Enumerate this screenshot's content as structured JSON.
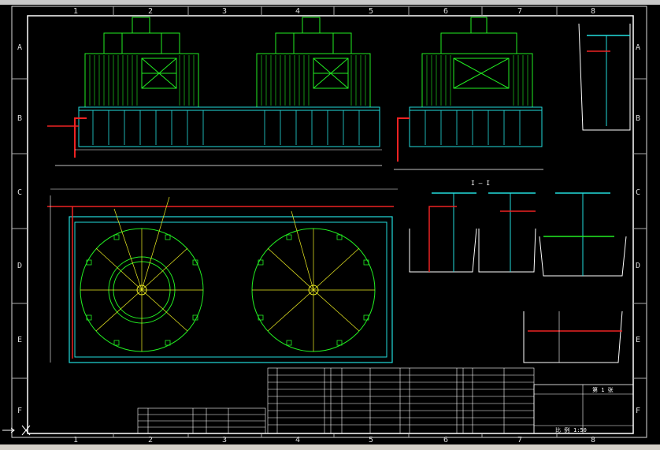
{
  "grid": {
    "columns": [
      "1",
      "2",
      "3",
      "4",
      "5",
      "6",
      "7",
      "8"
    ],
    "rows": [
      "A",
      "B",
      "C",
      "D",
      "E",
      "F"
    ]
  },
  "section_label": "I — I",
  "title_block": {
    "scale_label": "比 例",
    "scale_value": "1:50",
    "sheet_label": "第 1 张"
  },
  "colors": {
    "green": "#22ee22",
    "cyan": "#22dddd",
    "yellow": "#eeee22",
    "red": "#ee2222",
    "white": "#ffffff",
    "frame": "#dddddd"
  }
}
